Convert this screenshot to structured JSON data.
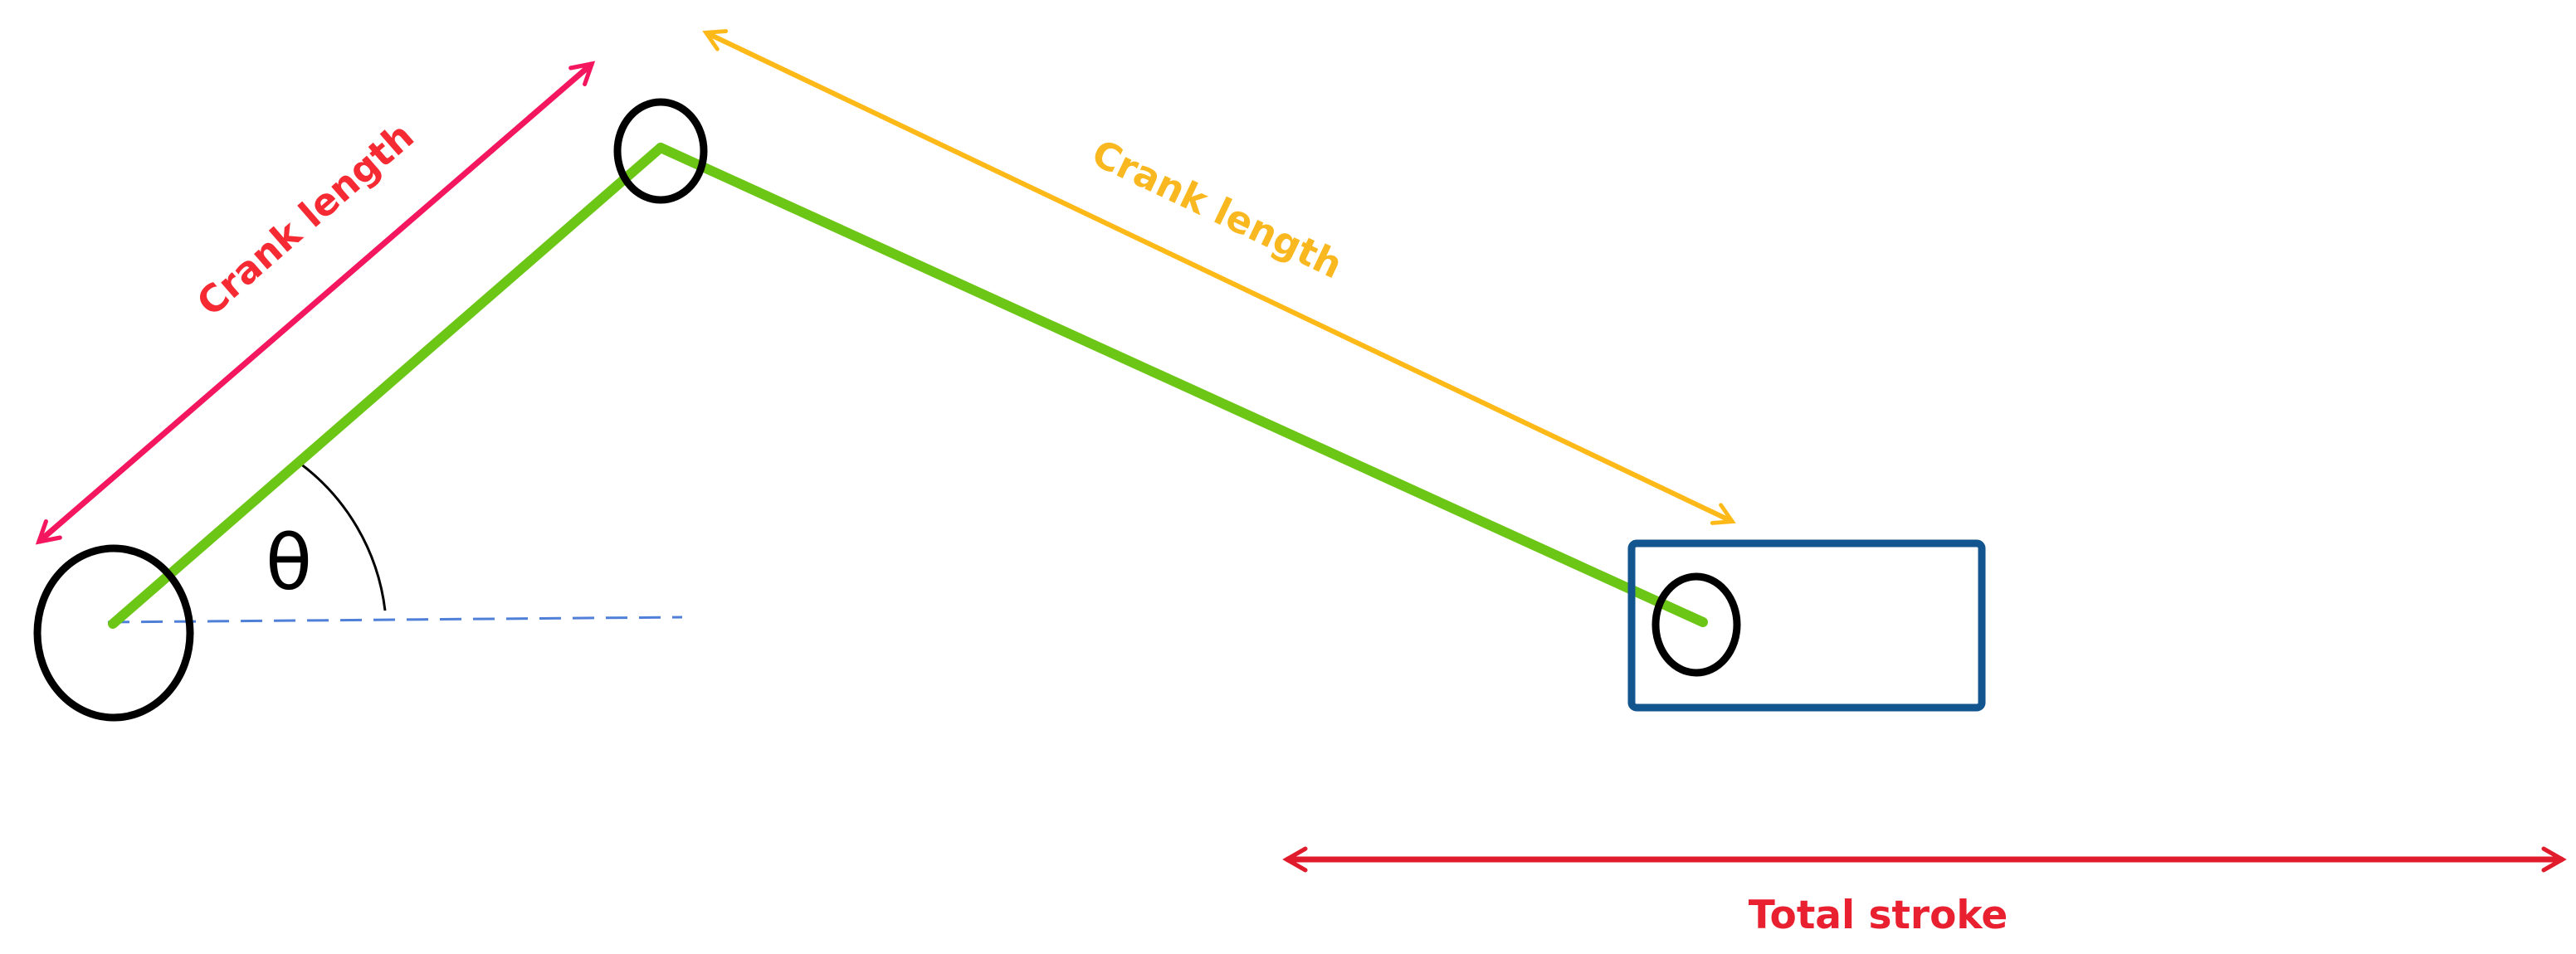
{
  "labels": {
    "crank_length_left": "Crank length",
    "crank_length_right": "Crank length",
    "angle_symbol": "θ",
    "total_stroke": "Total stroke"
  },
  "colors": {
    "linkage": "#6cc616",
    "crank_arrow": "#f4175f",
    "crank_arrow_text": "#f52a33",
    "rod_arrow": "#fdb918",
    "rod_arrow_text": "#f9b81f",
    "stroke_arrow": "#e01b2b",
    "stroke_text": "#e8202f",
    "slider_box": "#13558f",
    "joint_outline": "#000000",
    "reference_line": "#4f7fd8",
    "background": "#ffffff"
  }
}
